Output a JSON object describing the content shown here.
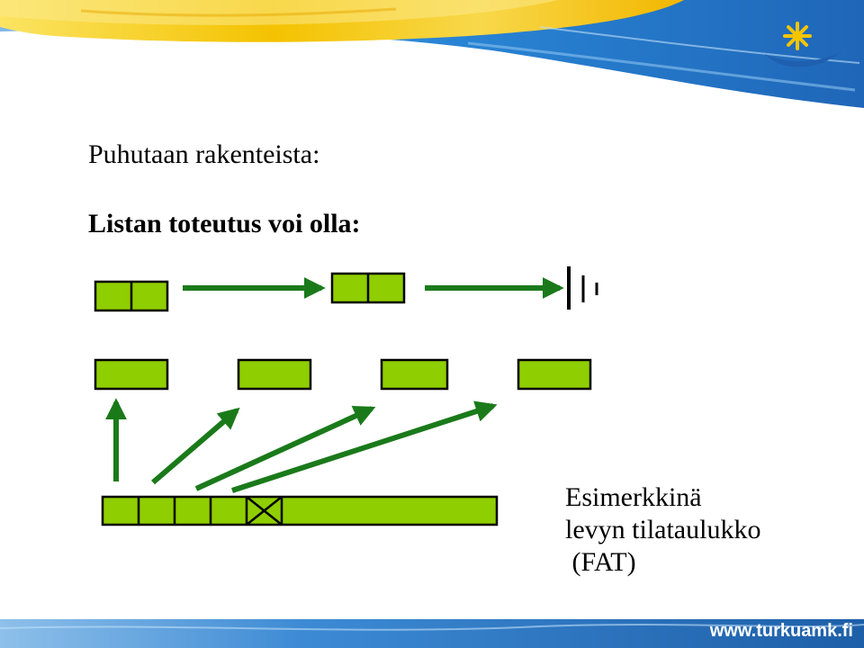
{
  "slide": {
    "heading": "Puhutaan rakenteista:",
    "subheading": "Listan toteutus voi olla:",
    "caption": [
      "Esimerkkinä",
      "levyn tilataulukko",
      " (FAT)"
    ],
    "footer_url": "www.turkuamk.fi"
  },
  "colors": {
    "box_fill": "#8fce00",
    "arrow": "#1a7a1a",
    "outline": "#000000",
    "sky_blue": "#2b7fd0",
    "sun_yellow": "#f5c400",
    "logo_blue": "#1f5fb0",
    "footer_blue": "#1d5fa8"
  },
  "icons": [
    "sun-logo-icon",
    "ground-terminator-icon",
    "cross-mark-icon"
  ]
}
